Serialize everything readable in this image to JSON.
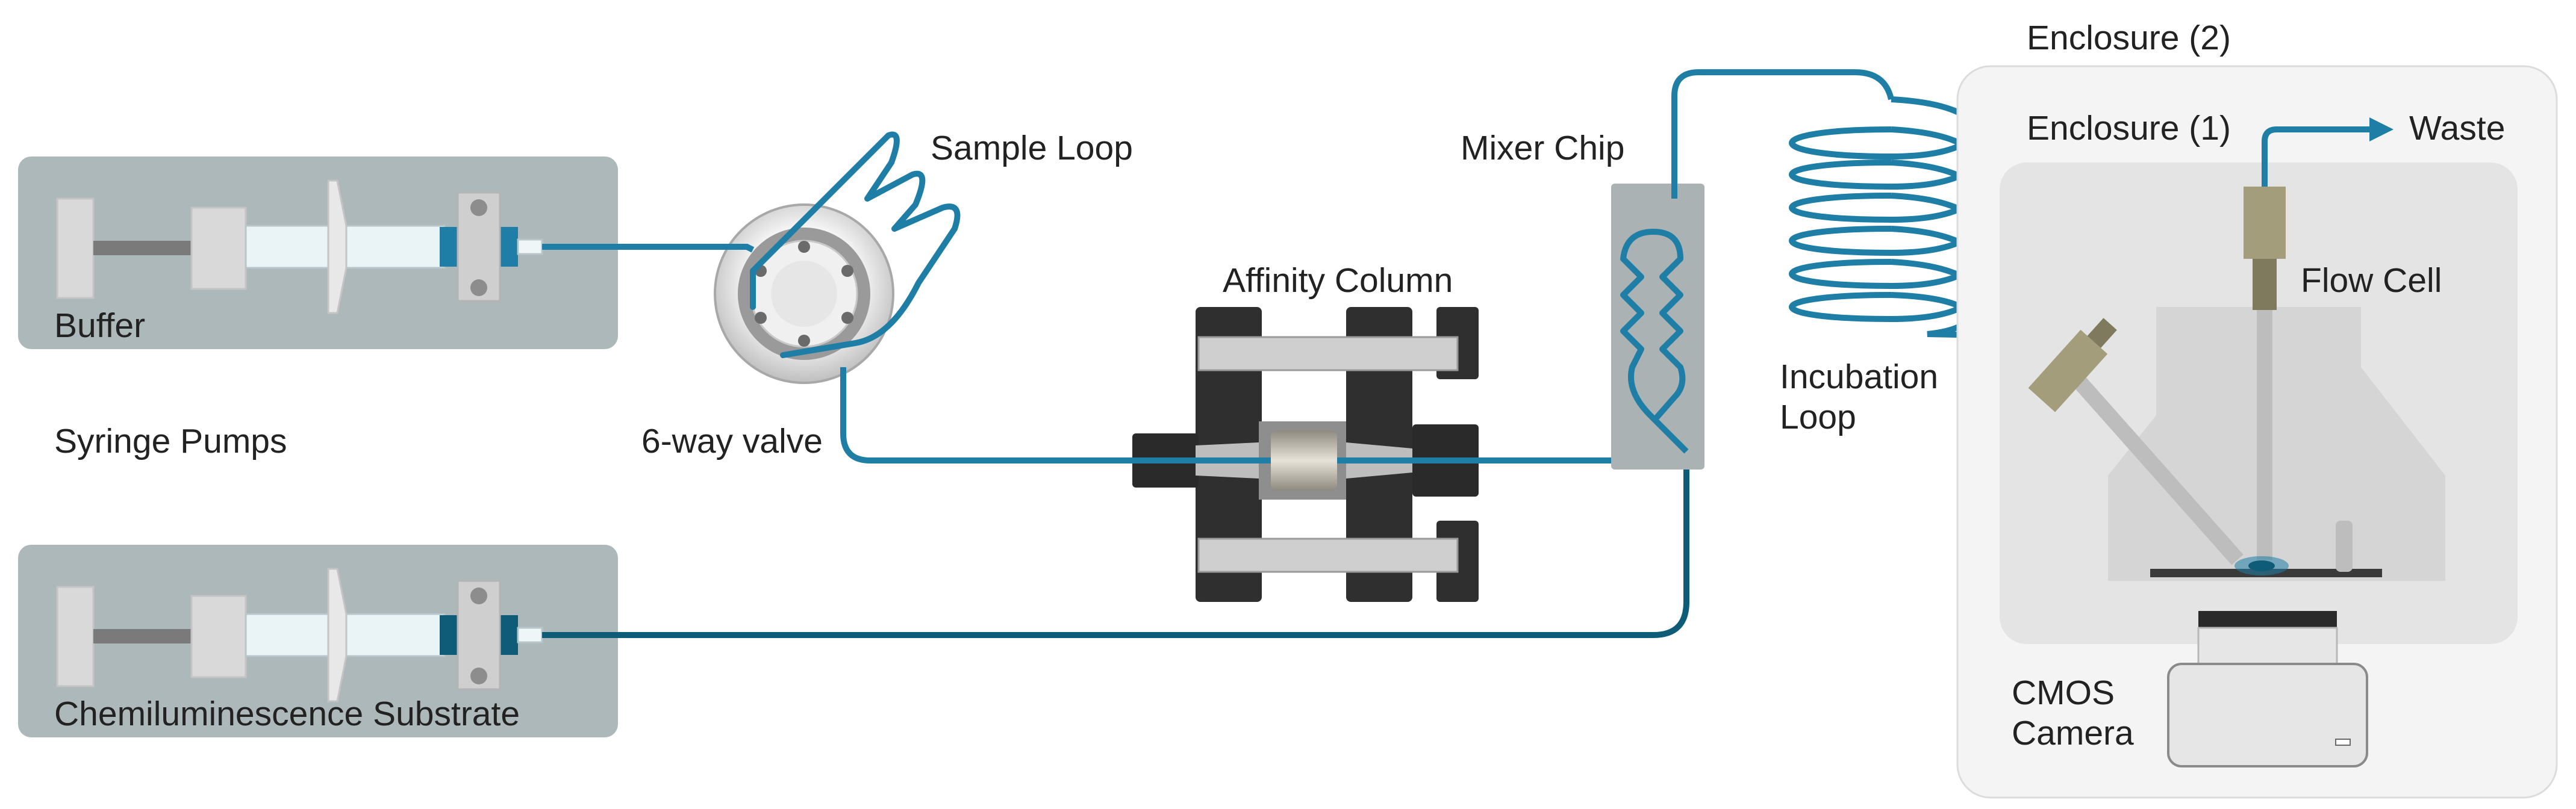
{
  "labels": {
    "buffer": "Buffer",
    "syringe_pumps": "Syringe Pumps",
    "chemiluminescence_substrate": "Chemiluminescence Substrate",
    "sample_loop": "Sample Loop",
    "six_way_valve": "6-way valve",
    "affinity_column": "Affinity Column",
    "mixer_chip": "Mixer Chip",
    "incubation_loop_line1": "Incubation",
    "incubation_loop_line2": "Loop",
    "enclosure_2": "Enclosure (2)",
    "enclosure_1": "Enclosure (1)",
    "waste": "Waste",
    "flow_cell": "Flow Cell",
    "cmos_line1": "CMOS",
    "cmos_line2": "Camera"
  },
  "colors": {
    "tubing_blue": "#1e7ea6",
    "tubing_dark": "#0f5c78",
    "pump_panel": "#adb8ba",
    "enclosure_outer": "#f4f4f4",
    "enclosure_inner": "#e4e4e4",
    "column_dark": "#2f2f2f",
    "fitting_khaki": "#a39d7c"
  }
}
